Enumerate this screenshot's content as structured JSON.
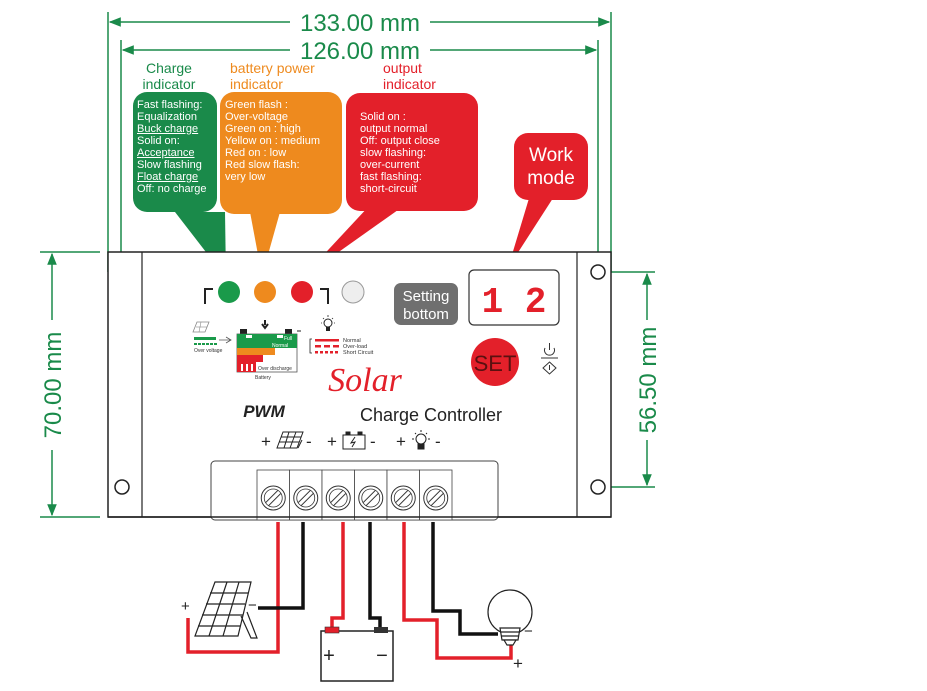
{
  "dimensions": {
    "overall_width": "133.00 mm",
    "mounting_width": "126.00 mm",
    "overall_height": "70.00 mm",
    "mounting_height": "56.50 mm",
    "color": "#1a8a4a"
  },
  "callouts": {
    "charge": {
      "title_lines": [
        "Charge",
        "indicator"
      ],
      "color": "#1a8a4a",
      "lines": [
        {
          "text": "Fast flashing:",
          "underline": false
        },
        {
          "text": "Equalization",
          "underline": false
        },
        {
          "text": "Buck charge",
          "underline": true
        },
        {
          "text": "Solid on:",
          "underline": false
        },
        {
          "text": "Acceptance",
          "underline": true
        },
        {
          "text": "Slow flashing",
          "underline": false
        },
        {
          "text": "Float charge",
          "underline": true
        },
        {
          "text": "Off: no charge",
          "underline": false
        }
      ]
    },
    "battery": {
      "title_lines": [
        "battery power",
        "indicator"
      ],
      "color": "#ee8a1e",
      "lines": [
        {
          "text": "Green flash :"
        },
        {
          "text": "Over-voltage"
        },
        {
          "text": "Green on :  high"
        },
        {
          "text": "Yellow on : medium"
        },
        {
          "text": "Red on :      low"
        },
        {
          "text": "Red slow flash:"
        },
        {
          "text": "very low"
        }
      ]
    },
    "output": {
      "title_lines": [
        "output",
        "indicator"
      ],
      "color": "#e3202a",
      "lines": [
        {
          "text": "Solid on :"
        },
        {
          "text": "output normal"
        },
        {
          "text": "Off: output close"
        },
        {
          "text": "slow flashing:"
        },
        {
          "text": "over-current"
        },
        {
          "text": "fast flashing:"
        },
        {
          "text": "short-circuit"
        }
      ]
    },
    "work_mode": {
      "lines": [
        "Work",
        "mode"
      ],
      "color": "#e3202a"
    },
    "setting": {
      "lines": [
        "Setting",
        "bottom"
      ],
      "color": "#6f6f6f"
    }
  },
  "device": {
    "leds": [
      {
        "name": "charge",
        "color": "#1a9a4a"
      },
      {
        "name": "battery",
        "color": "#ee8a1e"
      },
      {
        "name": "output",
        "color": "#e3202a"
      },
      {
        "name": "spare",
        "color": "#eeeeee"
      }
    ],
    "display_value": "1 2",
    "display_color": "#e3202a",
    "set_button_label": "SET",
    "brand_script": "Solar",
    "pwm_label": "PWM",
    "product_label": "Charge Controller",
    "terminal_groups": [
      {
        "icon": "solar-panel",
        "plus": "+",
        "minus": "-"
      },
      {
        "icon": "battery",
        "plus": "+",
        "minus": "-"
      },
      {
        "icon": "lamp",
        "plus": "+",
        "minus": "-"
      }
    ],
    "terminal_count": 6,
    "legend": {
      "solar_label": "Over voltage",
      "battery_levels": [
        "Full",
        "Normal"
      ],
      "battery_bottom": "Over discharge",
      "battery_caption": "Battery",
      "load_states": [
        "Normal",
        "Over-load",
        "Short Circuit"
      ]
    }
  },
  "wiring": {
    "solar": {
      "plus": "+",
      "minus": "−"
    },
    "battery": {
      "plus": "+",
      "minus": "−"
    },
    "lamp": {
      "plus": "+",
      "minus": "−"
    },
    "positive_color": "#e3202a",
    "negative_color": "#111111"
  }
}
